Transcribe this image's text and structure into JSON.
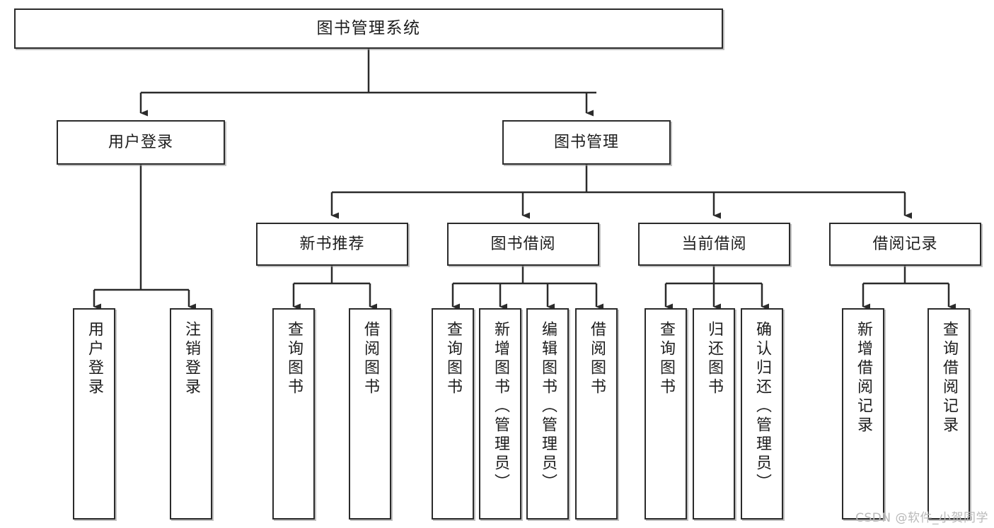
{
  "diagram": {
    "title": "图书管理系统",
    "type": "tree-hierarchy-chart",
    "stroke_color": "#2b2b2b",
    "fill_color": "#ffffff",
    "text_color": "#1d1d1d"
  },
  "root": {
    "label": "图书管理系统"
  },
  "level1": [
    {
      "label": "用户登录"
    },
    {
      "label": "图书管理"
    }
  ],
  "level2": [
    {
      "label": "新书推荐"
    },
    {
      "label": "图书借阅"
    },
    {
      "label": "当前借阅"
    },
    {
      "label": "借阅记录"
    }
  ],
  "leaves": {
    "user_login": [
      {
        "label": "用户登录"
      },
      {
        "label": "注销登录"
      }
    ],
    "new_book": [
      {
        "label": "查询图书"
      },
      {
        "label": "借阅图书"
      }
    ],
    "book_borrow": [
      {
        "label": "查询图书"
      },
      {
        "label": "新增图书（管理员）"
      },
      {
        "label": "编辑图书（管理员）"
      },
      {
        "label": "借阅图书"
      }
    ],
    "current_borrow": [
      {
        "label": "查询图书"
      },
      {
        "label": "归还图书"
      },
      {
        "label": "确认归还（管理员）"
      }
    ],
    "borrow_record": [
      {
        "label": "新增借阅记录"
      },
      {
        "label": "查询借阅记录"
      }
    ]
  },
  "watermark": {
    "text": "CSDN @软件_小贺同学"
  }
}
